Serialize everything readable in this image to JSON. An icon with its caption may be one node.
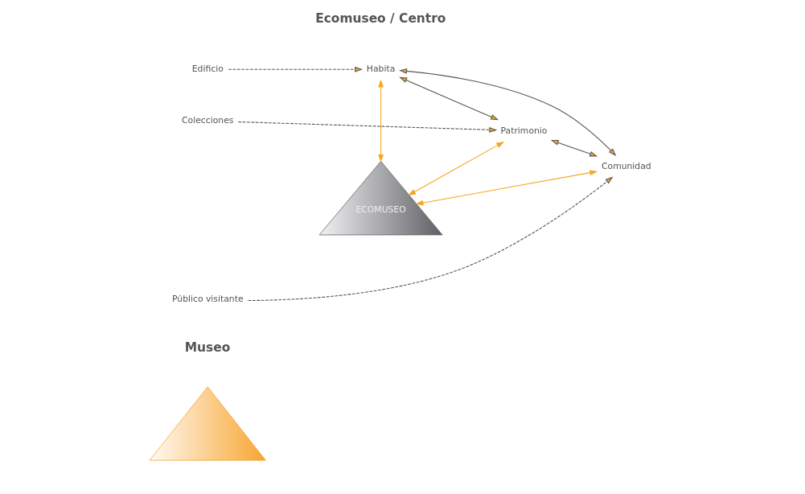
{
  "diagram": {
    "nodes": [
      {
        "text": [],
        "shape": "triangle"
      },
      {
        "text": [
          "Edificio"
        ]
      },
      {
        "text": [
          "Colecciones"
        ]
      },
      {
        "text": [
          "Público visitante"
        ]
      },
      {
        "text": [
          "ECOMUSEO"
        ]
      },
      {
        "text": [
          "Habita"
        ]
      },
      {
        "text": [
          "Patrimonio"
        ]
      },
      {
        "text": [
          "Comunidad"
        ]
      }
    ],
    "edges": [
      {
        "from": 1,
        "to": 5,
        "arrow": "to",
        "style": "dashed"
      },
      {
        "from": 2,
        "to": 6,
        "arrow": "to",
        "style": "dashed"
      },
      {
        "from": 3,
        "to": 7,
        "arrow": "to",
        "style": "dashed"
      },
      {
        "from": 5,
        "to": 4,
        "arrow": "both",
        "color": "#f5a623"
      },
      {
        "from": 6,
        "to": 4,
        "arrow": "both",
        "color": "#f5a623"
      },
      {
        "from": 7,
        "to": 4,
        "arrow": "both",
        "color": "#f5a623"
      },
      {
        "from": 5,
        "to": 6,
        "arrow": "both"
      },
      {
        "from": 5,
        "to": 7,
        "arrow": "both"
      },
      {
        "from": 6,
        "to": 7,
        "arrow": "both"
      }
    ],
    "labels": [
      "Museo",
      "Ecomuseo / Centro"
    ]
  }
}
